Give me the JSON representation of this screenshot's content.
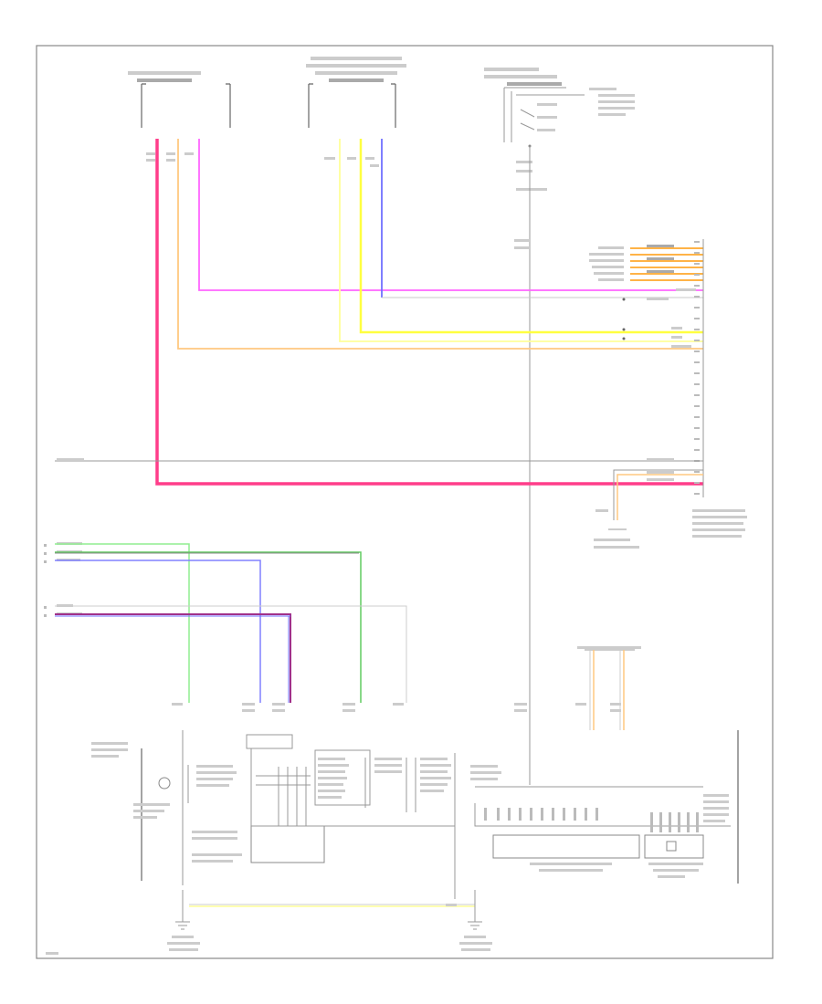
{
  "title": "",
  "colors": {
    "pink": "#ff3d8a",
    "magenta": "#ff66ff",
    "light_orange": "#ffc880",
    "yellow": "#ffff40",
    "pale_yellow": "#ffff99",
    "blue": "#7070ff",
    "green": "#60cc60",
    "light_green": "#90ee90",
    "purple": "#cc3399",
    "gray": "#b0b0b0",
    "dark_gray": "#555555"
  },
  "footer": {
    "code": ""
  },
  "icons": [
    "ground-symbol",
    "bulb-symbol",
    "connector-pin"
  ]
}
